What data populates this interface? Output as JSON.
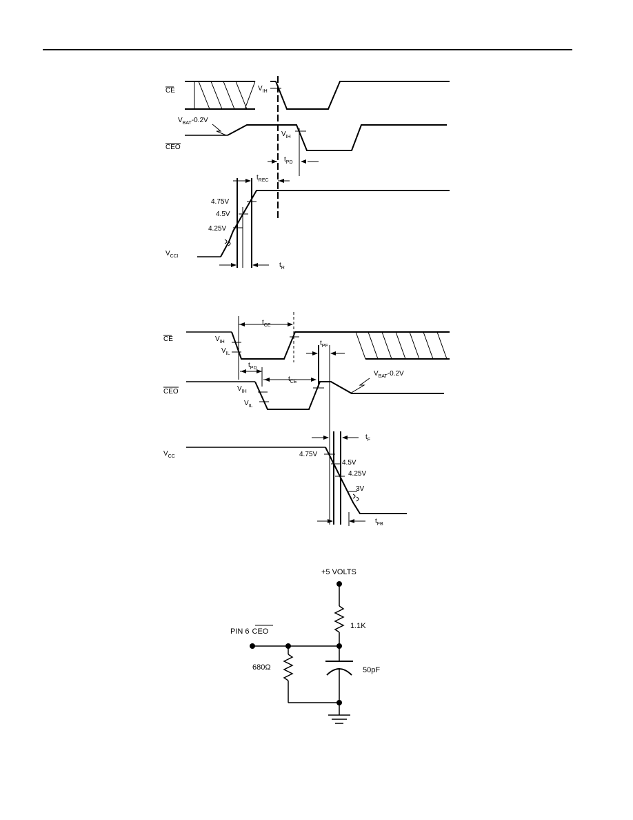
{
  "figure1": {
    "labels": {
      "ce": "CE",
      "ceo": "CEO",
      "vcci": "V",
      "vcci_sub": "CCI",
      "vbat": "V",
      "vbat_sub": "BAT",
      "vbat_tail": "-0.2V",
      "vih_ce": "V",
      "vih_ce_sub": "IH",
      "vih_ceo": "V",
      "vih_ceo_sub": "IH",
      "tpd": "t",
      "tpd_sub": "PD",
      "trec": "t",
      "trec_sub": "REC",
      "tr": "t",
      "tr_sub": "R",
      "v475": "4.75V",
      "v45": "4.5V",
      "v425": "4.25V"
    }
  },
  "figure2": {
    "labels": {
      "ce": "CE",
      "ceo": "CEO",
      "vcc": "V",
      "vcc_sub": "CC",
      "vih_ce": "V",
      "vih_ce_sub": "IH",
      "vil_ce": "V",
      "vil_ce_sub": "IL",
      "vih_ceo": "V",
      "vih_ceo_sub": "IH",
      "vil_ceo": "V",
      "vil_ceo_sub": "IL",
      "tce1": "t",
      "tce1_sub": "CE",
      "tce2": "t",
      "tce2_sub": "CE",
      "tpd": "t",
      "tpd_sub": "PD",
      "tpf": "t",
      "tpf_sub": "PF",
      "tf": "t",
      "tf_sub": "F",
      "tfb": "t",
      "tfb_sub": "FB",
      "vbat": "V",
      "vbat_sub": "BAT",
      "vbat_tail": "-0.2V",
      "v475": "4.75V",
      "v45": "4.5V",
      "v425": "4.25V",
      "v3": "3V"
    }
  },
  "figure3": {
    "labels": {
      "supply": "+5 VOLTS",
      "r1": "1.1K",
      "pin": "PIN 6",
      "pin_signal": "CEO",
      "r2": "680Ω",
      "cap": "50pF"
    }
  }
}
